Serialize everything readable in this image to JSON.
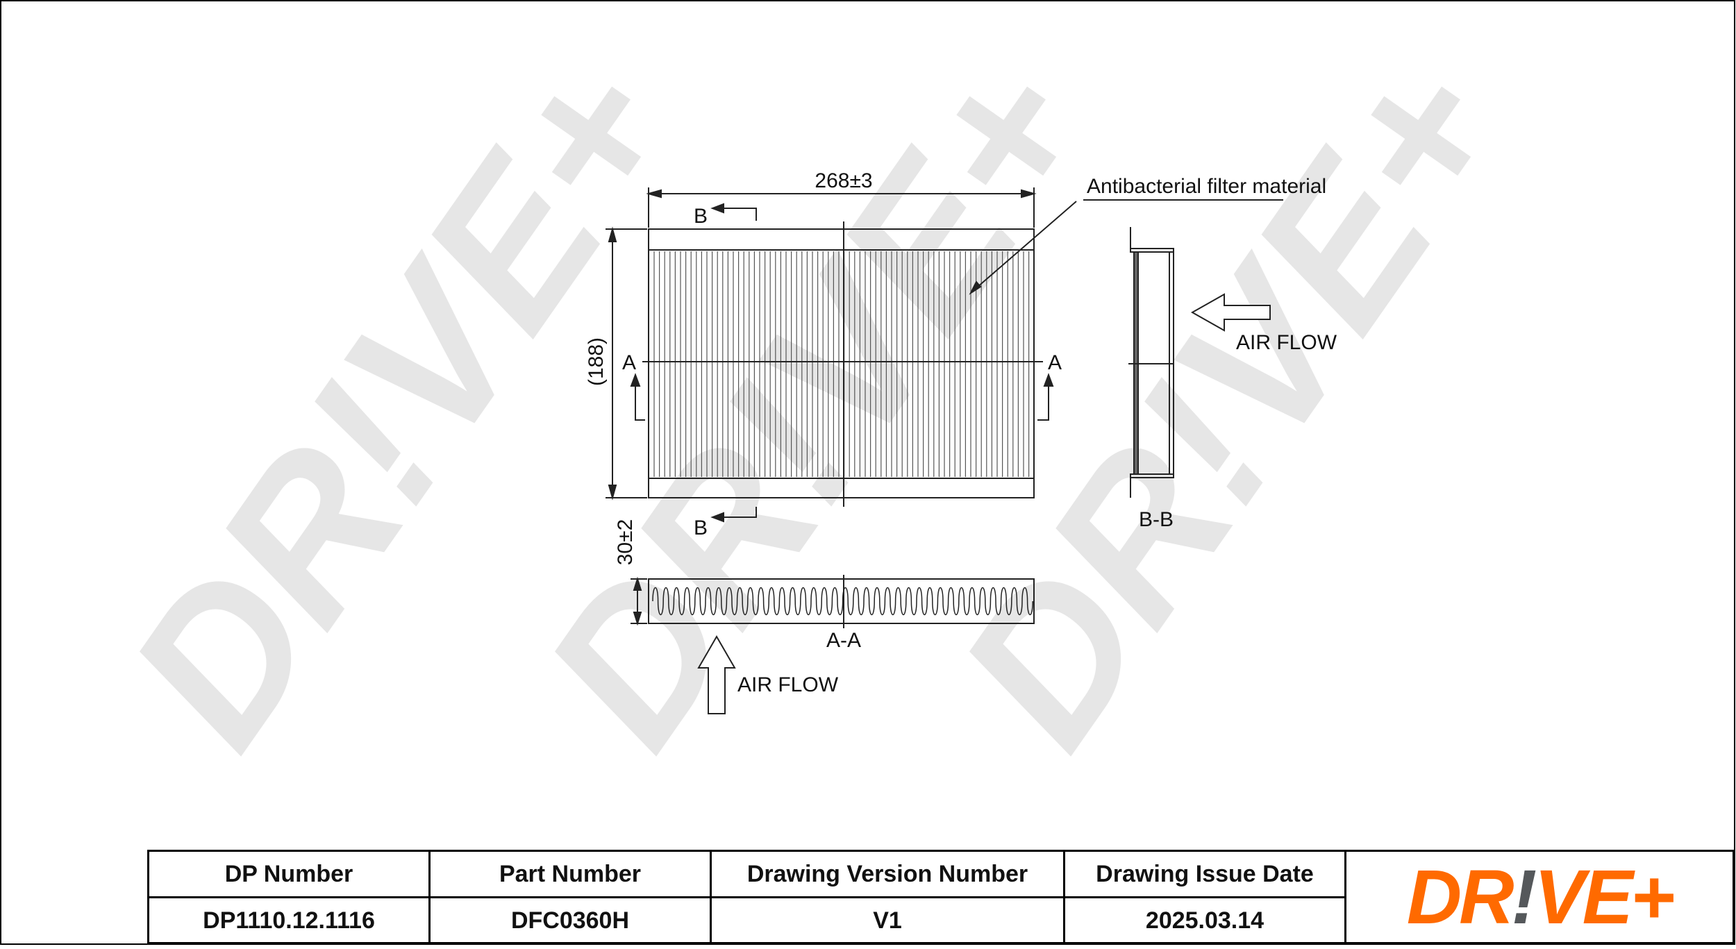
{
  "drawing": {
    "dimension_width": "268±3",
    "dimension_height": "(188)",
    "dimension_depth": "30±2",
    "annotation": "Antibacterial filter material",
    "section_marker_a": "A",
    "section_marker_b": "B",
    "section_aa_label": "A-A",
    "section_bb_label": "B-B",
    "airflow_label": "AIR FLOW"
  },
  "watermark": "DR!VE+",
  "title_block": {
    "headers": [
      "DP Number",
      "Part Number",
      "Drawing Version Number",
      "Drawing Issue Date"
    ],
    "values": [
      "DP1110.12.1116",
      "DFC0360H",
      "V1",
      "2025.03.14"
    ],
    "logo_text": "DR!VE+"
  },
  "colors": {
    "brand_orange": "#ff6a00",
    "brand_gray": "#55585b"
  }
}
